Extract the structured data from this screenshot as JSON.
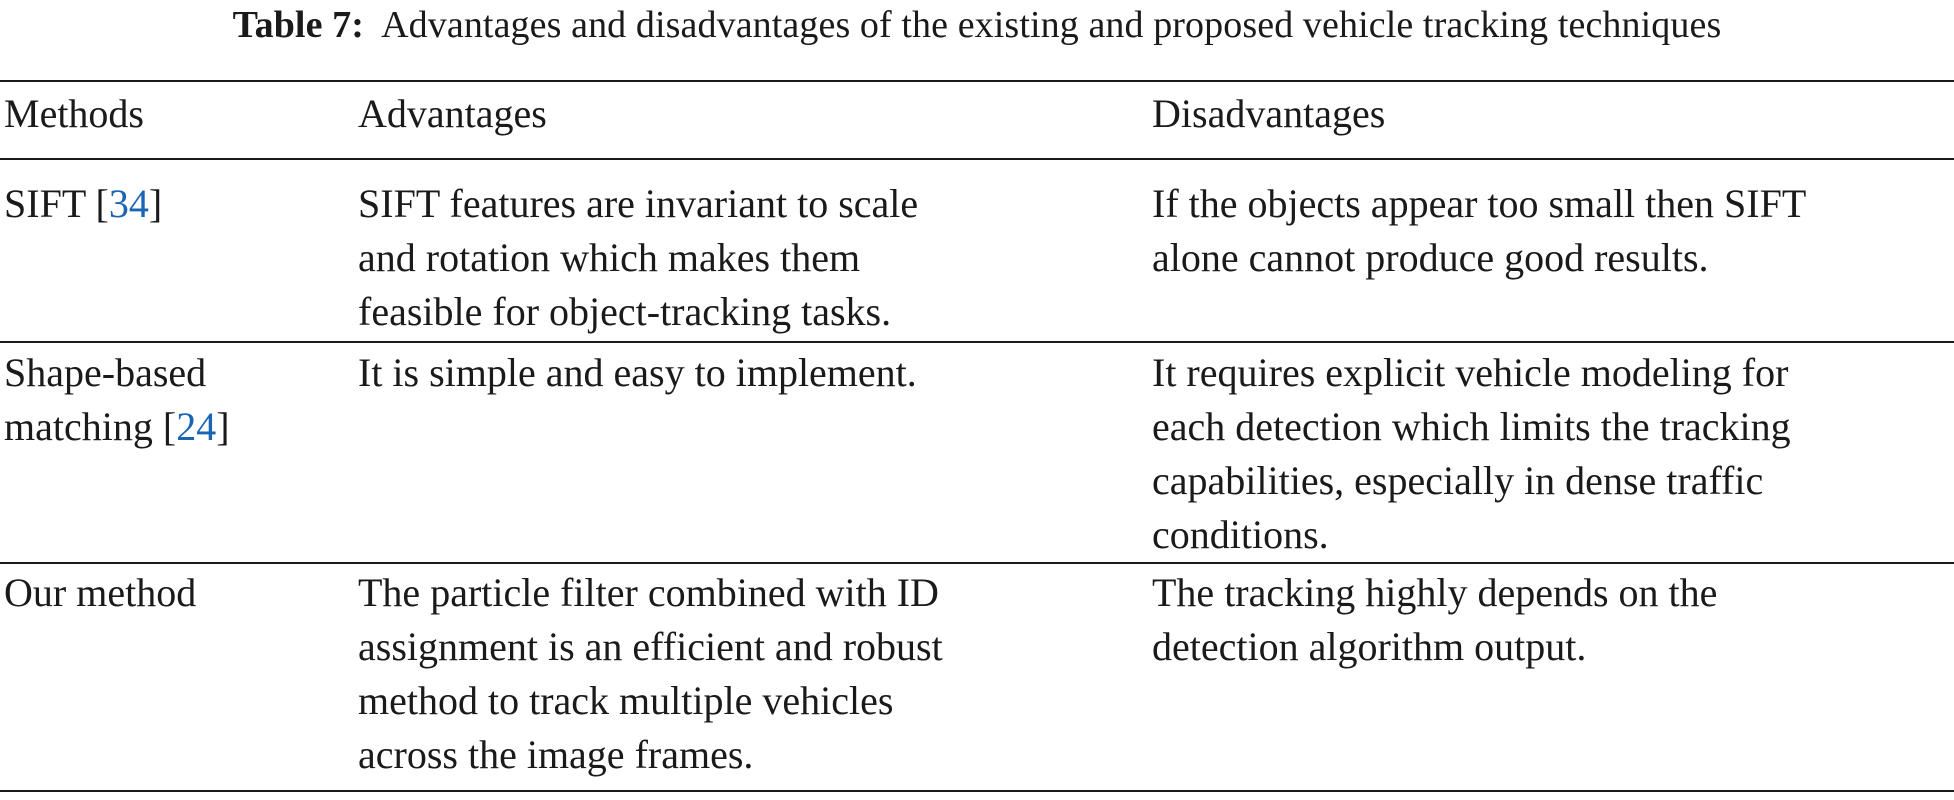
{
  "caption": {
    "label": "Table 7:",
    "text": "Advantages and disadvantages of the existing and proposed vehicle tracking techniques"
  },
  "table": {
    "headers": [
      "Methods",
      "Advantages",
      "Disadvantages"
    ],
    "rows": [
      {
        "method_lines": [
          "SIFT"
        ],
        "method_ref": "34",
        "advantages": [
          "SIFT features are invariant to scale",
          "and rotation which makes them",
          "feasible for object-tracking tasks."
        ],
        "disadvantages": [
          "If the objects appear too small then SIFT",
          "alone cannot produce good results."
        ]
      },
      {
        "method_lines": [
          "Shape-based",
          "matching"
        ],
        "method_ref": "24",
        "advantages": [
          "It is simple and easy to implement."
        ],
        "disadvantages": [
          "It requires explicit vehicle modeling for",
          "each detection which limits the tracking",
          "capabilities, especially in dense traffic",
          "conditions."
        ]
      },
      {
        "method_lines": [
          "Our method"
        ],
        "advantages": [
          "The particle filter combined with ID",
          "assignment is an efficient and robust",
          "method to track multiple vehicles",
          "across the image frames."
        ],
        "disadvantages": [
          "The tracking highly depends on the",
          "detection algorithm output."
        ]
      }
    ]
  },
  "colors": {
    "text": "#1a1a1a",
    "reference_link": "#1a64b4",
    "rule": "#1a1a1a"
  }
}
